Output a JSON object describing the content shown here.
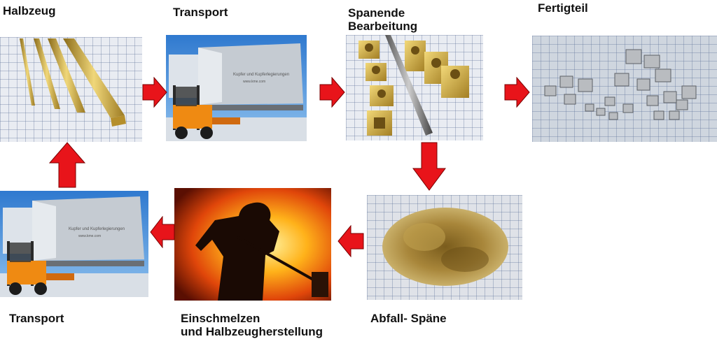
{
  "labels": {
    "halbzeug": "Halbzeug",
    "transport_top": "Transport",
    "spanende_line1": "Spanende",
    "spanende_line2": "Bearbeitung",
    "fertigteil": "Fertigteil",
    "transport_bottom": "Transport",
    "einschmelzen_line1": "Einschmelzen",
    "einschmelzen_line2": "und Halbzeugherstellung",
    "abfall": "Abfall- Späne"
  },
  "truck_text": {
    "line1": "Kupfer und Kupferlegierungen",
    "line2": "www.kme.com"
  },
  "colors": {
    "arrow_red": "#e8141a",
    "arrow_outline": "#7a0000",
    "brass": "#c9a640",
    "sky": "#3f86d2"
  }
}
